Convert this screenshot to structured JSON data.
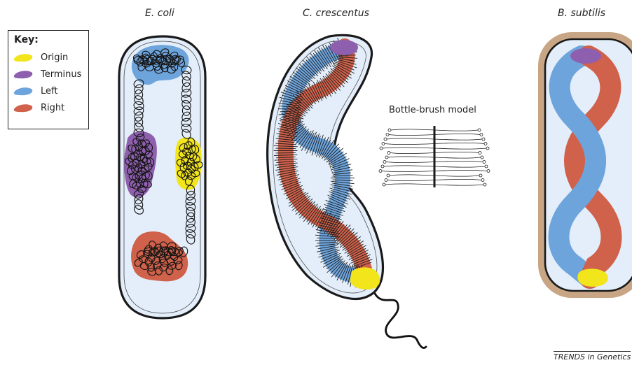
{
  "panels": {
    "ecoli_title": "E. coli",
    "ccrescentus_title": "C. crescentus",
    "bsubtilis_title": "B. subtilis"
  },
  "key": {
    "title": "Key:",
    "items": [
      {
        "label": "Origin",
        "color": "#f2e51b"
      },
      {
        "label": "Terminus",
        "color": "#8e5fae"
      },
      {
        "label": "Left",
        "color": "#6ea4dc"
      },
      {
        "label": "Right",
        "color": "#d0614a"
      }
    ]
  },
  "bottle_brush_title": "Bottle-brush model",
  "footer": "TRENDS in Genetics",
  "colors": {
    "cytoplasm": "#e3eefa",
    "cell_outline": "#1a1a1a",
    "cell_wall_bsubtilis": "#c8a685",
    "origin": "#f2e51b",
    "terminus": "#8e5fae",
    "left": "#6ea4dc",
    "right": "#d0614a"
  }
}
